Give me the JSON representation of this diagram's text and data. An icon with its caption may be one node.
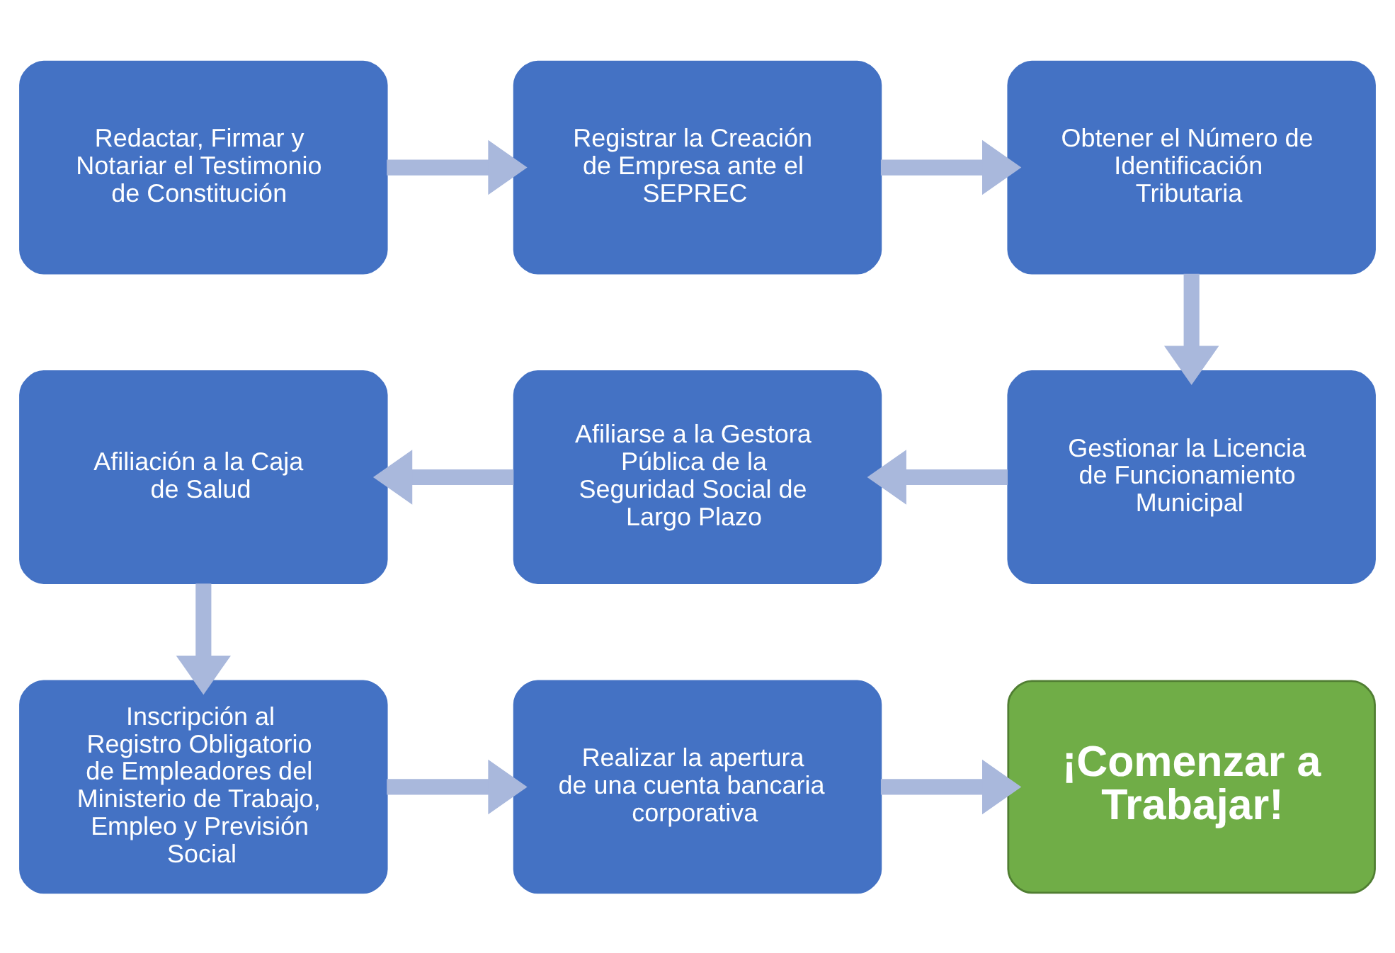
{
  "diagram": {
    "nodes": [
      {
        "text": [
          "Redactar, Firmar y Notariar el Testimonio de Constitución"
        ]
      },
      {
        "text": [
          "Registrar la Creación de Empresa ante el SEPREC"
        ]
      },
      {
        "text": [
          "Obtener el Número de Identificación Tributaria"
        ]
      },
      {
        "text": [
          "Gestionar la Licencia de Funcionamiento Municipal"
        ]
      },
      {
        "text": [
          "Afiliarse a la Gestora Pública de la Seguridad Social de Largo Plazo"
        ]
      },
      {
        "text": [
          "Afiliación a la Caja de Salud"
        ]
      },
      {
        "text": [
          "Inscripción al Registro Obligatorio de Empleadores del Ministerio de Trabajo, Empleo y Previsión Social"
        ]
      },
      {
        "text": [
          "Realizar la apertura de una cuenta bancaria corporativa"
        ]
      },
      {
        "text": [
          "¡Comenzar a Trabajar!"
        ]
      }
    ],
    "edges": [
      {
        "from": 0,
        "to": 1,
        "arrow": "to"
      },
      {
        "from": 1,
        "to": 2,
        "arrow": "to"
      },
      {
        "from": 2,
        "to": 3,
        "arrow": "to"
      },
      {
        "from": 3,
        "to": 4,
        "arrow": "to"
      },
      {
        "from": 4,
        "to": 5,
        "arrow": "to"
      },
      {
        "from": 5,
        "to": 6,
        "arrow": "to"
      },
      {
        "from": 6,
        "to": 7,
        "arrow": "to"
      },
      {
        "from": 7,
        "to": 8,
        "arrow": "to"
      }
    ]
  }
}
